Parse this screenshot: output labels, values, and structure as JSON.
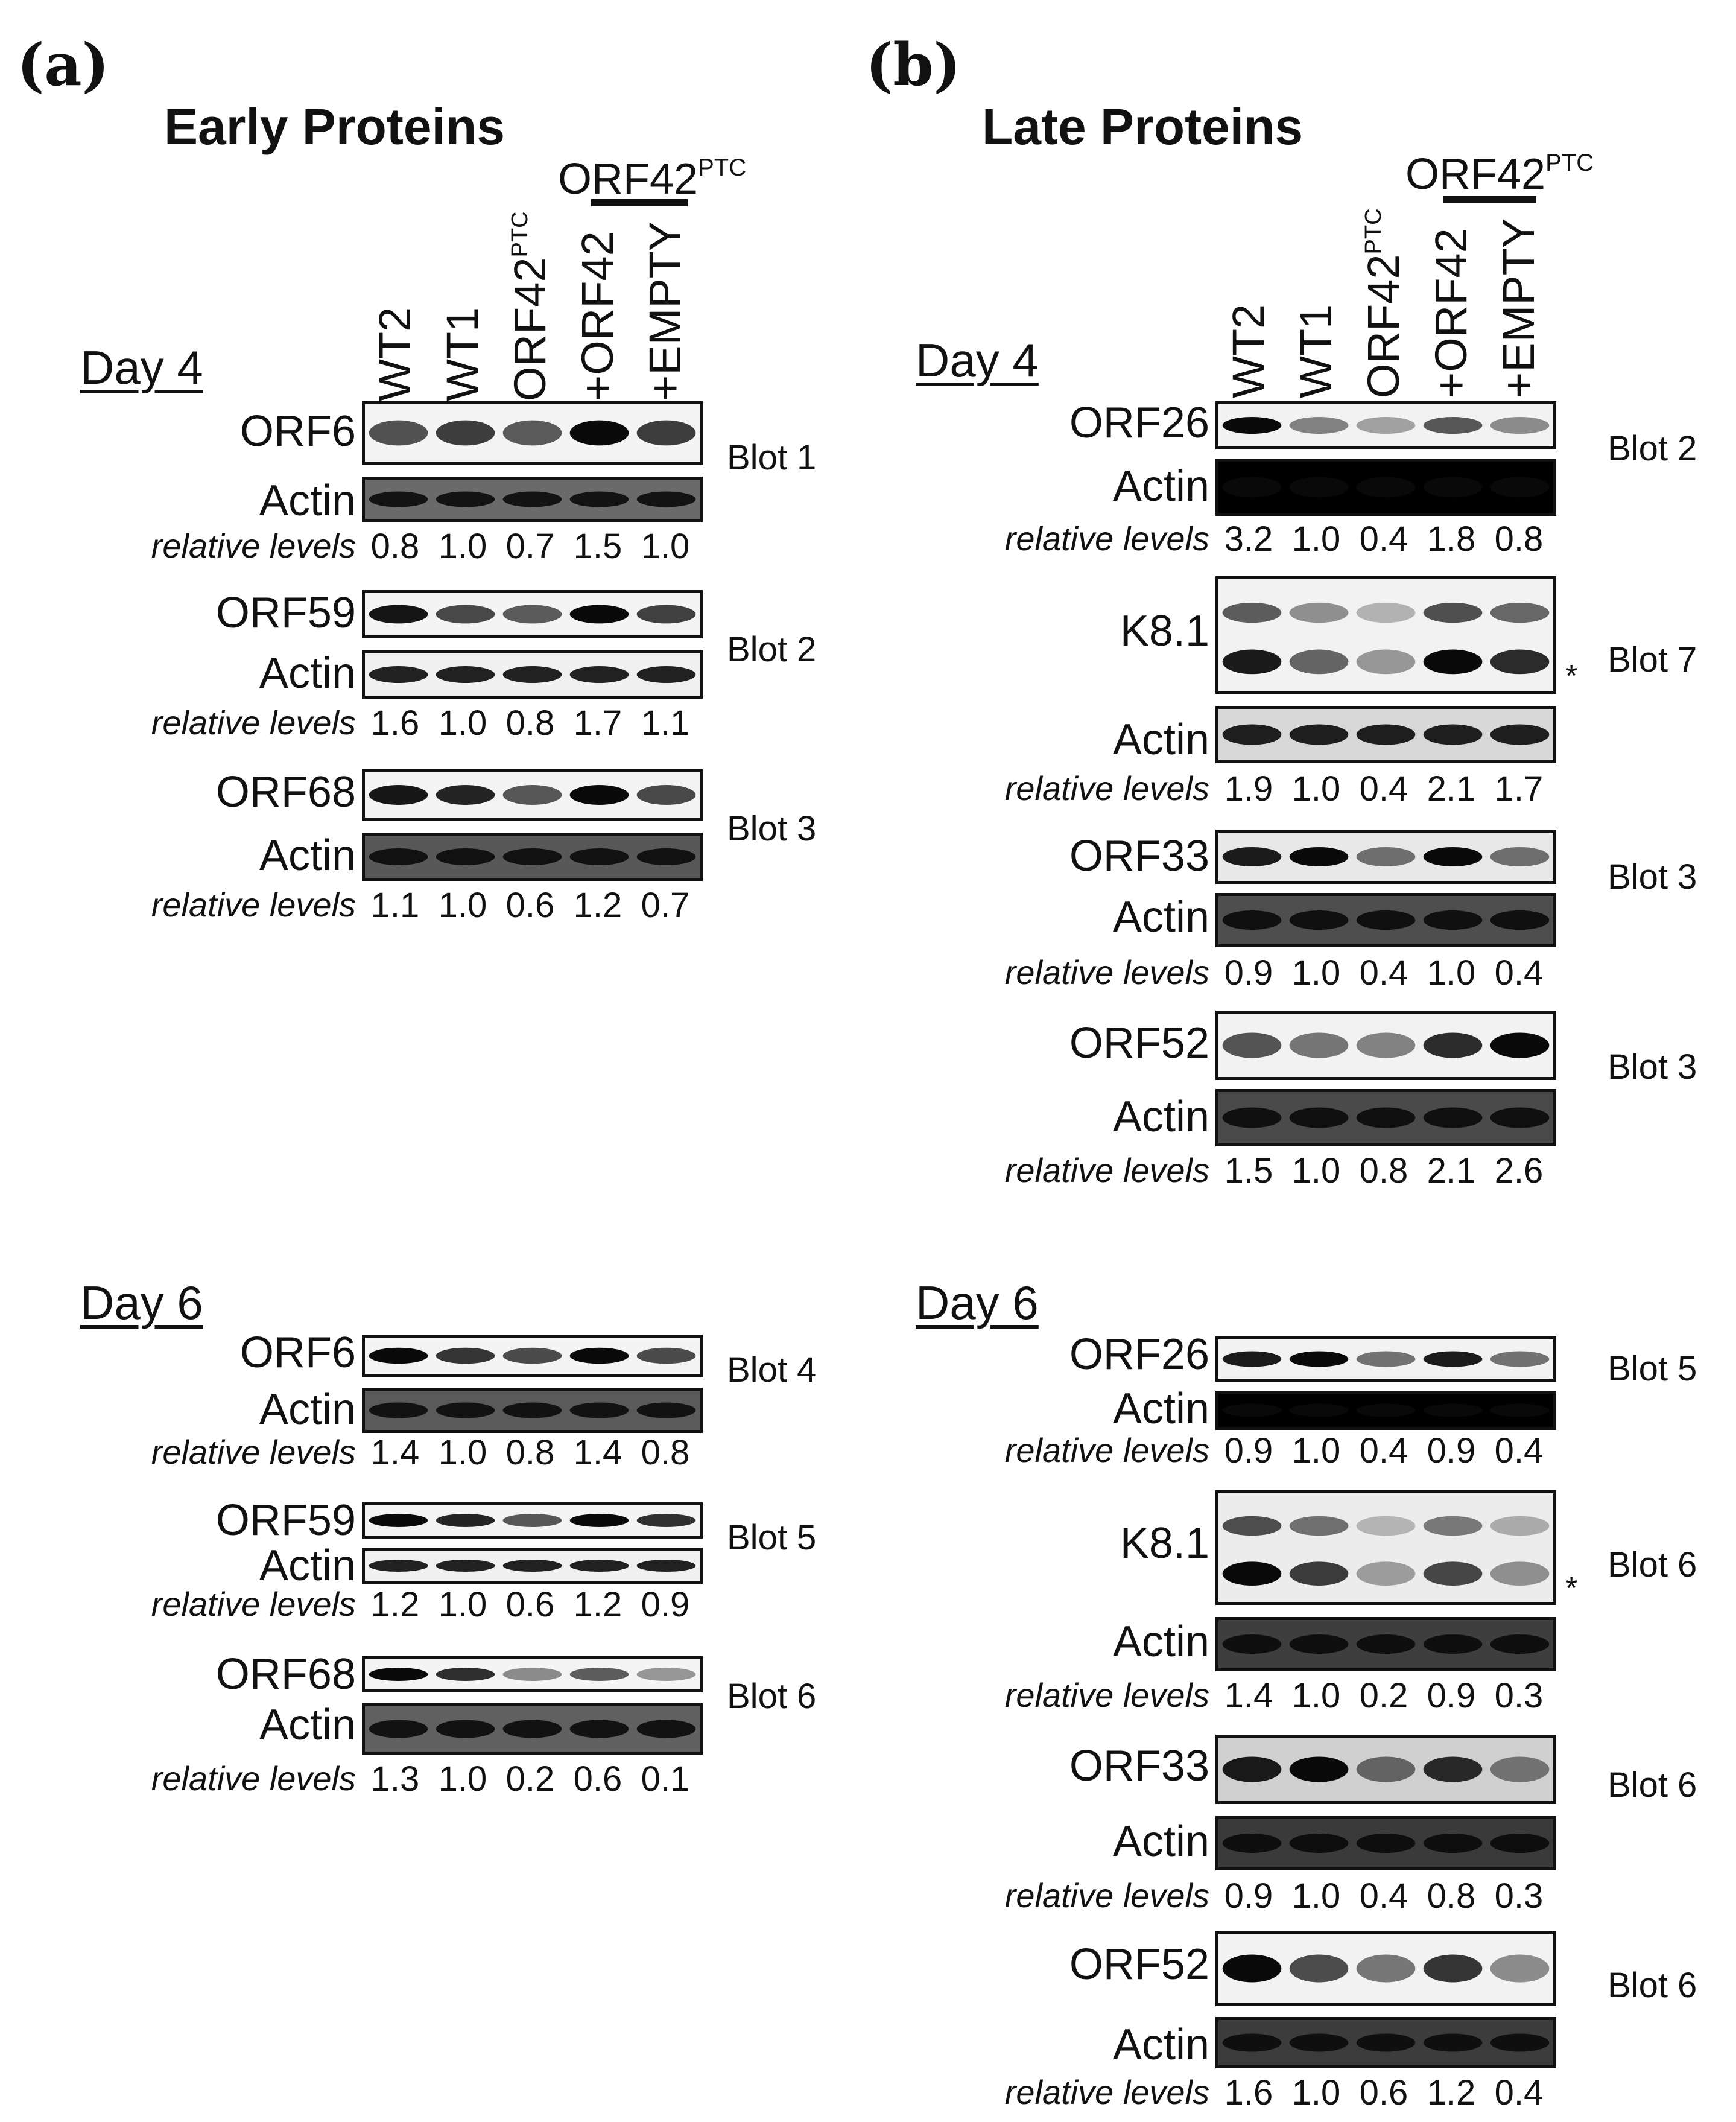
{
  "panel_a": {
    "label": "(a)",
    "title": "Early Proteins",
    "bracket": {
      "label": "ORF42",
      "superscript": "PTC"
    },
    "lanes": [
      {
        "text": "WT2",
        "sup": ""
      },
      {
        "text": "WT1",
        "sup": ""
      },
      {
        "text": "ORF42",
        "sup": "PTC"
      },
      {
        "text": "+ORF42",
        "sup": ""
      },
      {
        "text": "+EMPTY",
        "sup": ""
      }
    ],
    "day4": {
      "label": "Day 4",
      "blots": [
        {
          "protein": "ORF6",
          "blot": "Blot 1",
          "asterisk": "",
          "rel_label": "relative levels",
          "values": [
            "0.8",
            "1.0",
            "0.7",
            "1.5",
            "1.0"
          ]
        },
        {
          "protein": "ORF59",
          "blot": "Blot 2",
          "asterisk": "",
          "rel_label": "relative levels",
          "values": [
            "1.6",
            "1.0",
            "0.8",
            "1.7",
            "1.1"
          ]
        },
        {
          "protein": "ORF68",
          "blot": "Blot 3",
          "asterisk": "",
          "rel_label": "relative levels",
          "values": [
            "1.1",
            "1.0",
            "0.6",
            "1.2",
            "0.7"
          ]
        }
      ]
    },
    "day6": {
      "label": "Day 6",
      "blots": [
        {
          "protein": "ORF6",
          "blot": "Blot 4",
          "asterisk": "",
          "rel_label": "relative levels",
          "values": [
            "1.4",
            "1.0",
            "0.8",
            "1.4",
            "0.8"
          ]
        },
        {
          "protein": "ORF59",
          "blot": "Blot 5",
          "asterisk": "",
          "rel_label": "relative levels",
          "values": [
            "1.2",
            "1.0",
            "0.6",
            "1.2",
            "0.9"
          ]
        },
        {
          "protein": "ORF68",
          "blot": "Blot 6",
          "asterisk": "",
          "rel_label": "relative levels",
          "values": [
            "1.3",
            "1.0",
            "0.2",
            "0.6",
            "0.1"
          ]
        }
      ]
    }
  },
  "panel_b": {
    "label": "(b)",
    "title": "Late Proteins",
    "bracket": {
      "label": "ORF42",
      "superscript": "PTC"
    },
    "lanes": [
      {
        "text": "WT2",
        "sup": ""
      },
      {
        "text": "WT1",
        "sup": ""
      },
      {
        "text": "ORF42",
        "sup": "PTC"
      },
      {
        "text": "+ORF42",
        "sup": ""
      },
      {
        "text": "+EMPTY",
        "sup": ""
      }
    ],
    "day4": {
      "label": "Day 4",
      "blots": [
        {
          "protein": "ORF26",
          "blot": "Blot 2",
          "asterisk": "",
          "rel_label": "relative levels",
          "values": [
            "3.2",
            "1.0",
            "0.4",
            "1.8",
            "0.8"
          ]
        },
        {
          "protein": "K8.1",
          "blot": "Blot 7",
          "asterisk": "*",
          "rel_label": "relative levels",
          "values": [
            "1.9",
            "1.0",
            "0.4",
            "2.1",
            "1.7"
          ]
        },
        {
          "protein": "ORF33",
          "blot": "Blot 3",
          "asterisk": "",
          "rel_label": "relative levels",
          "values": [
            "0.9",
            "1.0",
            "0.4",
            "1.0",
            "0.4"
          ]
        },
        {
          "protein": "ORF52",
          "blot": "Blot 3",
          "asterisk": "",
          "rel_label": "relative levels",
          "values": [
            "1.5",
            "1.0",
            "0.8",
            "2.1",
            "2.6"
          ]
        }
      ]
    },
    "day6": {
      "label": "Day 6",
      "blots": [
        {
          "protein": "ORF26",
          "blot": "Blot 5",
          "asterisk": "",
          "rel_label": "relative levels",
          "values": [
            "0.9",
            "1.0",
            "0.4",
            "0.9",
            "0.4"
          ]
        },
        {
          "protein": "K8.1",
          "blot": "Blot 6",
          "asterisk": "*",
          "rel_label": "relative levels",
          "values": [
            "1.4",
            "1.0",
            "0.2",
            "0.9",
            "0.3"
          ]
        },
        {
          "protein": "ORF33",
          "blot": "Blot 6",
          "asterisk": "",
          "rel_label": "relative levels",
          "values": [
            "0.9",
            "1.0",
            "0.4",
            "0.8",
            "0.3"
          ]
        },
        {
          "protein": "ORF52",
          "blot": "Blot 6",
          "asterisk": "",
          "rel_label": "relative levels",
          "values": [
            "1.6",
            "1.0",
            "0.6",
            "1.2",
            "0.4"
          ]
        }
      ]
    }
  },
  "actin_label": "Actin"
}
